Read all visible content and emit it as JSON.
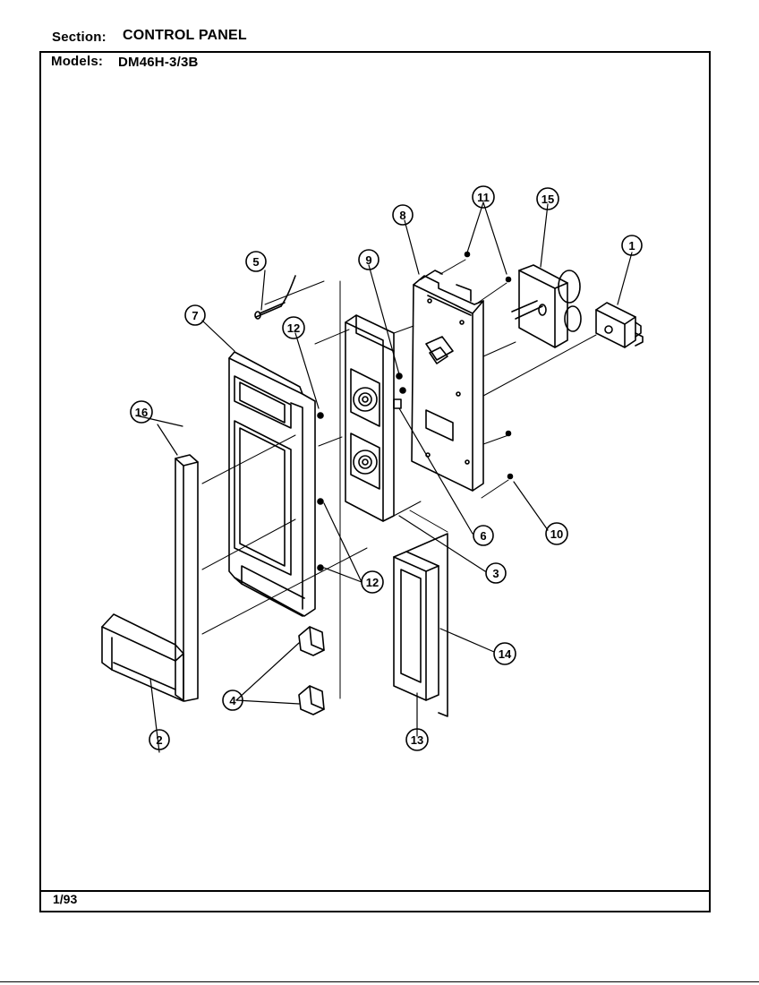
{
  "header": {
    "section_label": "Section:",
    "section_value": "CONTROL PANEL",
    "models_label": "Models:",
    "models_value": "DM46H-3/3B"
  },
  "footer": {
    "date": "1/93"
  },
  "callouts": [
    {
      "id": "c1",
      "label": "1"
    },
    {
      "id": "c2",
      "label": "2"
    },
    {
      "id": "c3",
      "label": "3"
    },
    {
      "id": "c4",
      "label": "4"
    },
    {
      "id": "c5",
      "label": "5"
    },
    {
      "id": "c6",
      "label": "6"
    },
    {
      "id": "c7",
      "label": "7"
    },
    {
      "id": "c8",
      "label": "8"
    },
    {
      "id": "c9",
      "label": "9"
    },
    {
      "id": "c10",
      "label": "10"
    },
    {
      "id": "c11",
      "label": "11"
    },
    {
      "id": "c12a",
      "label": "12"
    },
    {
      "id": "c12b",
      "label": "12"
    },
    {
      "id": "c13",
      "label": "13"
    },
    {
      "id": "c14",
      "label": "14"
    },
    {
      "id": "c15",
      "label": "15"
    },
    {
      "id": "c16",
      "label": "16"
    }
  ]
}
